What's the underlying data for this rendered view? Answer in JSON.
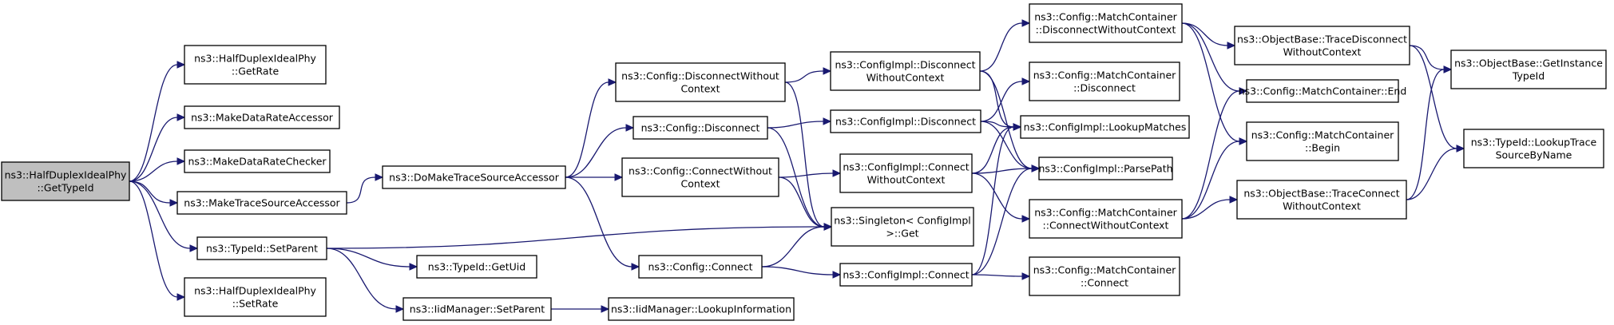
{
  "nodes": [
    {
      "id": "root",
      "lines": [
        "ns3::HalfDuplexIdealPhy",
        "::GetTypeId"
      ],
      "highlight": true
    },
    {
      "id": "getrate",
      "lines": [
        "ns3::HalfDuplexIdealPhy",
        "::GetRate"
      ]
    },
    {
      "id": "mkdataacc",
      "lines": [
        "ns3::MakeDataRateAccessor"
      ]
    },
    {
      "id": "mkdatachk",
      "lines": [
        "ns3::MakeDataRateChecker"
      ]
    },
    {
      "id": "mktraceacc",
      "lines": [
        "ns3::MakeTraceSourceAccessor"
      ]
    },
    {
      "id": "setparent",
      "lines": [
        "ns3::TypeId::SetParent"
      ]
    },
    {
      "id": "setrate",
      "lines": [
        "ns3::HalfDuplexIdealPhy",
        "::SetRate"
      ]
    },
    {
      "id": "domake",
      "lines": [
        "ns3::DoMakeTraceSourceAccessor"
      ]
    },
    {
      "id": "getuid",
      "lines": [
        "ns3::TypeId::GetUid"
      ]
    },
    {
      "id": "iidsetparent",
      "lines": [
        "ns3::IidManager::SetParent"
      ]
    },
    {
      "id": "cfgdiscwoc",
      "lines": [
        "ns3::Config::DisconnectWithout",
        "Context"
      ]
    },
    {
      "id": "cfgdisc",
      "lines": [
        "ns3::Config::Disconnect"
      ]
    },
    {
      "id": "cfgconnwoc",
      "lines": [
        "ns3::Config::ConnectWithout",
        "Context"
      ]
    },
    {
      "id": "cfgconn",
      "lines": [
        "ns3::Config::Connect"
      ]
    },
    {
      "id": "lookupinfo",
      "lines": [
        "ns3::IidManager::LookupInformation"
      ]
    },
    {
      "id": "impldiscwoc",
      "lines": [
        "ns3::ConfigImpl::Disconnect",
        "WithoutContext"
      ]
    },
    {
      "id": "impldisc",
      "lines": [
        "ns3::ConfigImpl::Disconnect"
      ]
    },
    {
      "id": "implconnwoc",
      "lines": [
        "ns3::ConfigImpl::Connect",
        "WithoutContext"
      ]
    },
    {
      "id": "singleton",
      "lines": [
        "ns3::Singleton< ConfigImpl",
        " >::Get"
      ]
    },
    {
      "id": "implconn",
      "lines": [
        "ns3::ConfigImpl::Connect"
      ]
    },
    {
      "id": "mcdiscwoc",
      "lines": [
        "ns3::Config::MatchContainer",
        "::DisconnectWithoutContext"
      ]
    },
    {
      "id": "mcdisc",
      "lines": [
        "ns3::Config::MatchContainer",
        "::Disconnect"
      ]
    },
    {
      "id": "lookupmatches",
      "lines": [
        "ns3::ConfigImpl::LookupMatches"
      ]
    },
    {
      "id": "parsepath",
      "lines": [
        "ns3::ConfigImpl::ParsePath"
      ]
    },
    {
      "id": "mcconnwoc",
      "lines": [
        "ns3::Config::MatchContainer",
        "::ConnectWithoutContext"
      ]
    },
    {
      "id": "mcconn",
      "lines": [
        "ns3::Config::MatchContainer",
        "::Connect"
      ]
    },
    {
      "id": "obtracediscwoc",
      "lines": [
        "ns3::ObjectBase::TraceDisconnect",
        "WithoutContext"
      ]
    },
    {
      "id": "mcend",
      "lines": [
        "ns3::Config::MatchContainer::End"
      ]
    },
    {
      "id": "mcbegin",
      "lines": [
        "ns3::Config::MatchContainer",
        "::Begin"
      ]
    },
    {
      "id": "obtraceconnwoc",
      "lines": [
        "ns3::ObjectBase::TraceConnect",
        "WithoutContext"
      ]
    },
    {
      "id": "getinst",
      "lines": [
        "ns3::ObjectBase::GetInstance",
        "TypeId"
      ]
    },
    {
      "id": "lookuptrace",
      "lines": [
        "ns3::TypeId::LookupTrace",
        "SourceByName"
      ]
    }
  ],
  "edges": [
    [
      "root",
      "getrate"
    ],
    [
      "root",
      "mkdataacc"
    ],
    [
      "root",
      "mkdatachk"
    ],
    [
      "root",
      "mktraceacc"
    ],
    [
      "root",
      "setparent"
    ],
    [
      "root",
      "setrate"
    ],
    [
      "mktraceacc",
      "domake"
    ],
    [
      "setparent",
      "getuid"
    ],
    [
      "setparent",
      "iidsetparent"
    ],
    [
      "setparent",
      "singleton"
    ],
    [
      "iidsetparent",
      "lookupinfo"
    ],
    [
      "domake",
      "cfgdiscwoc"
    ],
    [
      "domake",
      "cfgdisc"
    ],
    [
      "domake",
      "cfgconnwoc"
    ],
    [
      "domake",
      "cfgconn"
    ],
    [
      "cfgdiscwoc",
      "impldiscwoc"
    ],
    [
      "cfgdiscwoc",
      "singleton"
    ],
    [
      "cfgdisc",
      "impldisc"
    ],
    [
      "cfgdisc",
      "singleton"
    ],
    [
      "cfgconnwoc",
      "implconnwoc"
    ],
    [
      "cfgconnwoc",
      "singleton"
    ],
    [
      "cfgconn",
      "implconn"
    ],
    [
      "cfgconn",
      "singleton"
    ],
    [
      "impldiscwoc",
      "mcdiscwoc"
    ],
    [
      "impldiscwoc",
      "lookupmatches"
    ],
    [
      "impldiscwoc",
      "parsepath"
    ],
    [
      "impldisc",
      "mcdisc"
    ],
    [
      "impldisc",
      "lookupmatches"
    ],
    [
      "impldisc",
      "parsepath"
    ],
    [
      "implconnwoc",
      "lookupmatches"
    ],
    [
      "implconnwoc",
      "parsepath"
    ],
    [
      "implconnwoc",
      "mcconnwoc"
    ],
    [
      "implconn",
      "mcconn"
    ],
    [
      "implconn",
      "lookupmatches"
    ],
    [
      "implconn",
      "parsepath"
    ],
    [
      "mcdiscwoc",
      "obtracediscwoc"
    ],
    [
      "mcdiscwoc",
      "mcend"
    ],
    [
      "mcdiscwoc",
      "mcbegin"
    ],
    [
      "mcconnwoc",
      "obtraceconnwoc"
    ],
    [
      "mcconnwoc",
      "mcend"
    ],
    [
      "mcconnwoc",
      "mcbegin"
    ],
    [
      "obtracediscwoc",
      "getinst"
    ],
    [
      "obtracediscwoc",
      "lookuptrace"
    ],
    [
      "obtraceconnwoc",
      "getinst"
    ],
    [
      "obtraceconnwoc",
      "lookuptrace"
    ]
  ]
}
